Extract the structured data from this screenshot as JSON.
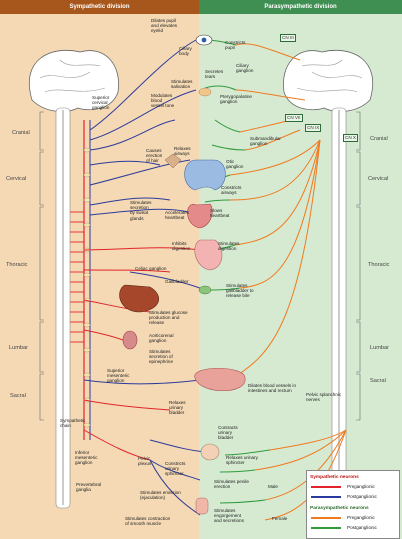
{
  "header": {
    "sympathetic": "Sympathetic division",
    "parasympathetic": "Parasympathetic division"
  },
  "regions": {
    "cranial": "Cranial",
    "cervical": "Cervical",
    "thoracic": "Thoracic",
    "lumbar": "Lumbar",
    "sacral": "Sacral"
  },
  "cranial_nerves": [
    "CN III",
    "CN VII",
    "CN IX",
    "CN X"
  ],
  "sympathetic_labels": {
    "dilates_pupil": "Dilates pupil\nand elevates\neyelid",
    "ciliary_body": "Ciliary\nbody",
    "stimulates_salivation": "Stimulates\nsalivation",
    "modulates_blood": "Modulates\nblood\nvessel tone",
    "superior_cervical": "Superior\ncervical\nganglion",
    "causes_erection": "Causes\nerection\nof hair",
    "relaxes_airways": "Relaxes\nairways",
    "stimulates_sweat": "Stimulates\nsecretion\nby sweat\nglands",
    "accelerates_heartbeat": "Accelerates\nheartbeat",
    "inhibits_digestion": "Inhibits\ndigestion",
    "celiac_ganglion": "Celiac ganglion",
    "gallbladder": "Gallbladder",
    "glucose": "Stimulates glucose\nproduction and\nrelease",
    "aorticorenal": "Aorticorenal\nganglion",
    "epinephrine": "Stimulates\nsecretion of\nepinephrine",
    "superior_mesenteric": "Superior\nmesenteric\nganglion",
    "sympathetic_chain": "Sympathetic\nchain",
    "relaxes_bladder": "Relaxes\nurinary\nbladder",
    "inferior_mesenteric": "Inferior\nmesenteric\nganglion",
    "pelvic_plexus": "Pelvic\nplexus",
    "constricts_sphincter": "Constricts\nurinary\nsphincter",
    "prevertebral": "Prevertebral\nganglia",
    "emission": "Stimulates emission\n(ejaculation)",
    "contraction": "Stimulates contraction\nof smooth muscle"
  },
  "parasympathetic_labels": {
    "constricts_pupil": "Constricts\npupil",
    "ciliary_ganglion": "Ciliary\nganglion",
    "secretes_tears": "Secretes\ntears",
    "pterygopalatine": "Pterygopalatine\nganglion",
    "submandibular": "Submandibular\nganglion",
    "otic": "Otic\nganglion",
    "constricts_airways": "Constricts\nairways",
    "slows_heartbeat": "Slows\nheartbeat",
    "stimulates_digestion": "Stimulates\ndigestion",
    "gallbladder_bile": "Stimulates\ngallbladder to\nrelease bile",
    "dilates_vessels": "Dilates blood vessels in\nintestines and rectum",
    "pelvic_splanchnic": "Pelvic splanchnic\nnerves",
    "contracts_bladder": "Contracts\nurinary\nbladder",
    "relaxes_sphincter": "Relaxes urinary\nsphincter",
    "penile_erection": "Stimulates penile\nerection",
    "male": "Male",
    "engorgement": "Stimulates\nengorgement\nand secretions",
    "female": "Female"
  },
  "legend": {
    "sympathetic_title": "Sympathetic neurons",
    "sym_pre": "Preganglionic",
    "sym_post": "Postganglionic",
    "parasympathetic_title": "Parasympathetic neurons",
    "para_pre": "Preganglionic",
    "para_post": "Postganglionic"
  },
  "colors": {
    "sym_pre": "#e0242a",
    "sym_post": "#2b3a9c",
    "para_pre": "#f07a1e",
    "para_post": "#2f9b3c"
  }
}
